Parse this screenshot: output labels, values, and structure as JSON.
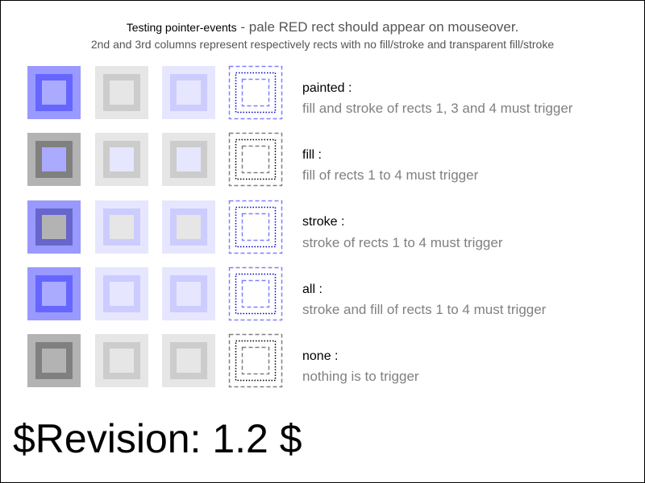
{
  "header": {
    "title_small": "Testing pointer-events",
    "title_large": " - pale RED rect should appear on mouseover.",
    "subtitle": "2nd and 3rd columns represent respectively rects with no fill/stroke and transparent fill/stroke"
  },
  "rows": [
    {
      "label": "painted :",
      "description": "fill and stroke of rects 1, 3 and 4 must trigger",
      "dotted_color": "#0000cc",
      "dashed_color": "#8080ff",
      "cells": [
        {
          "outer": "#9999ff",
          "inner": "#6666ff",
          "center": "#aaaaff"
        },
        {
          "outer": "#e6e6e6",
          "inner": "#cccccc",
          "center": "#e6e6e6"
        },
        {
          "outer": "#e6e6ff",
          "inner": "#ccccff",
          "center": "#e6e6ff"
        }
      ]
    },
    {
      "label": "fill :",
      "description": "fill of rects 1 to 4 must trigger",
      "dotted_color": "#000000",
      "dashed_color": "#808080",
      "cells": [
        {
          "outer": "#b3b3b3",
          "inner": "#808080",
          "center": "#aaaaff"
        },
        {
          "outer": "#e6e6e6",
          "inner": "#cccccc",
          "center": "#e6e6ff"
        },
        {
          "outer": "#e6e6e6",
          "inner": "#cccccc",
          "center": "#e6e6ff"
        }
      ]
    },
    {
      "label": "stroke :",
      "description": "stroke of rects 1 to 4 must trigger",
      "dotted_color": "#0000cc",
      "dashed_color": "#8080ff",
      "cells": [
        {
          "outer": "#9999ff",
          "inner": "#6666cc",
          "center": "#b3b3b3"
        },
        {
          "outer": "#e6e6ff",
          "inner": "#ccccff",
          "center": "#e6e6e6"
        },
        {
          "outer": "#e6e6ff",
          "inner": "#ccccff",
          "center": "#e6e6e6"
        }
      ]
    },
    {
      "label": "all :",
      "description": "stroke and fill of rects 1 to 4 must trigger",
      "dotted_color": "#0000cc",
      "dashed_color": "#8080ff",
      "cells": [
        {
          "outer": "#9999ff",
          "inner": "#6666ff",
          "center": "#aaaaff"
        },
        {
          "outer": "#e6e6ff",
          "inner": "#ccccff",
          "center": "#e6e6ff"
        },
        {
          "outer": "#e6e6ff",
          "inner": "#ccccff",
          "center": "#e6e6ff"
        }
      ]
    },
    {
      "label": "none :",
      "description": "nothing is to trigger",
      "dotted_color": "#000000",
      "dashed_color": "#808080",
      "cells": [
        {
          "outer": "#b3b3b3",
          "inner": "#808080",
          "center": "#b3b3b3"
        },
        {
          "outer": "#e6e6e6",
          "inner": "#cccccc",
          "center": "#e6e6e6"
        },
        {
          "outer": "#e6e6e6",
          "inner": "#cccccc",
          "center": "#e6e6e6"
        }
      ]
    }
  ],
  "revision": "$Revision: 1.2 $"
}
